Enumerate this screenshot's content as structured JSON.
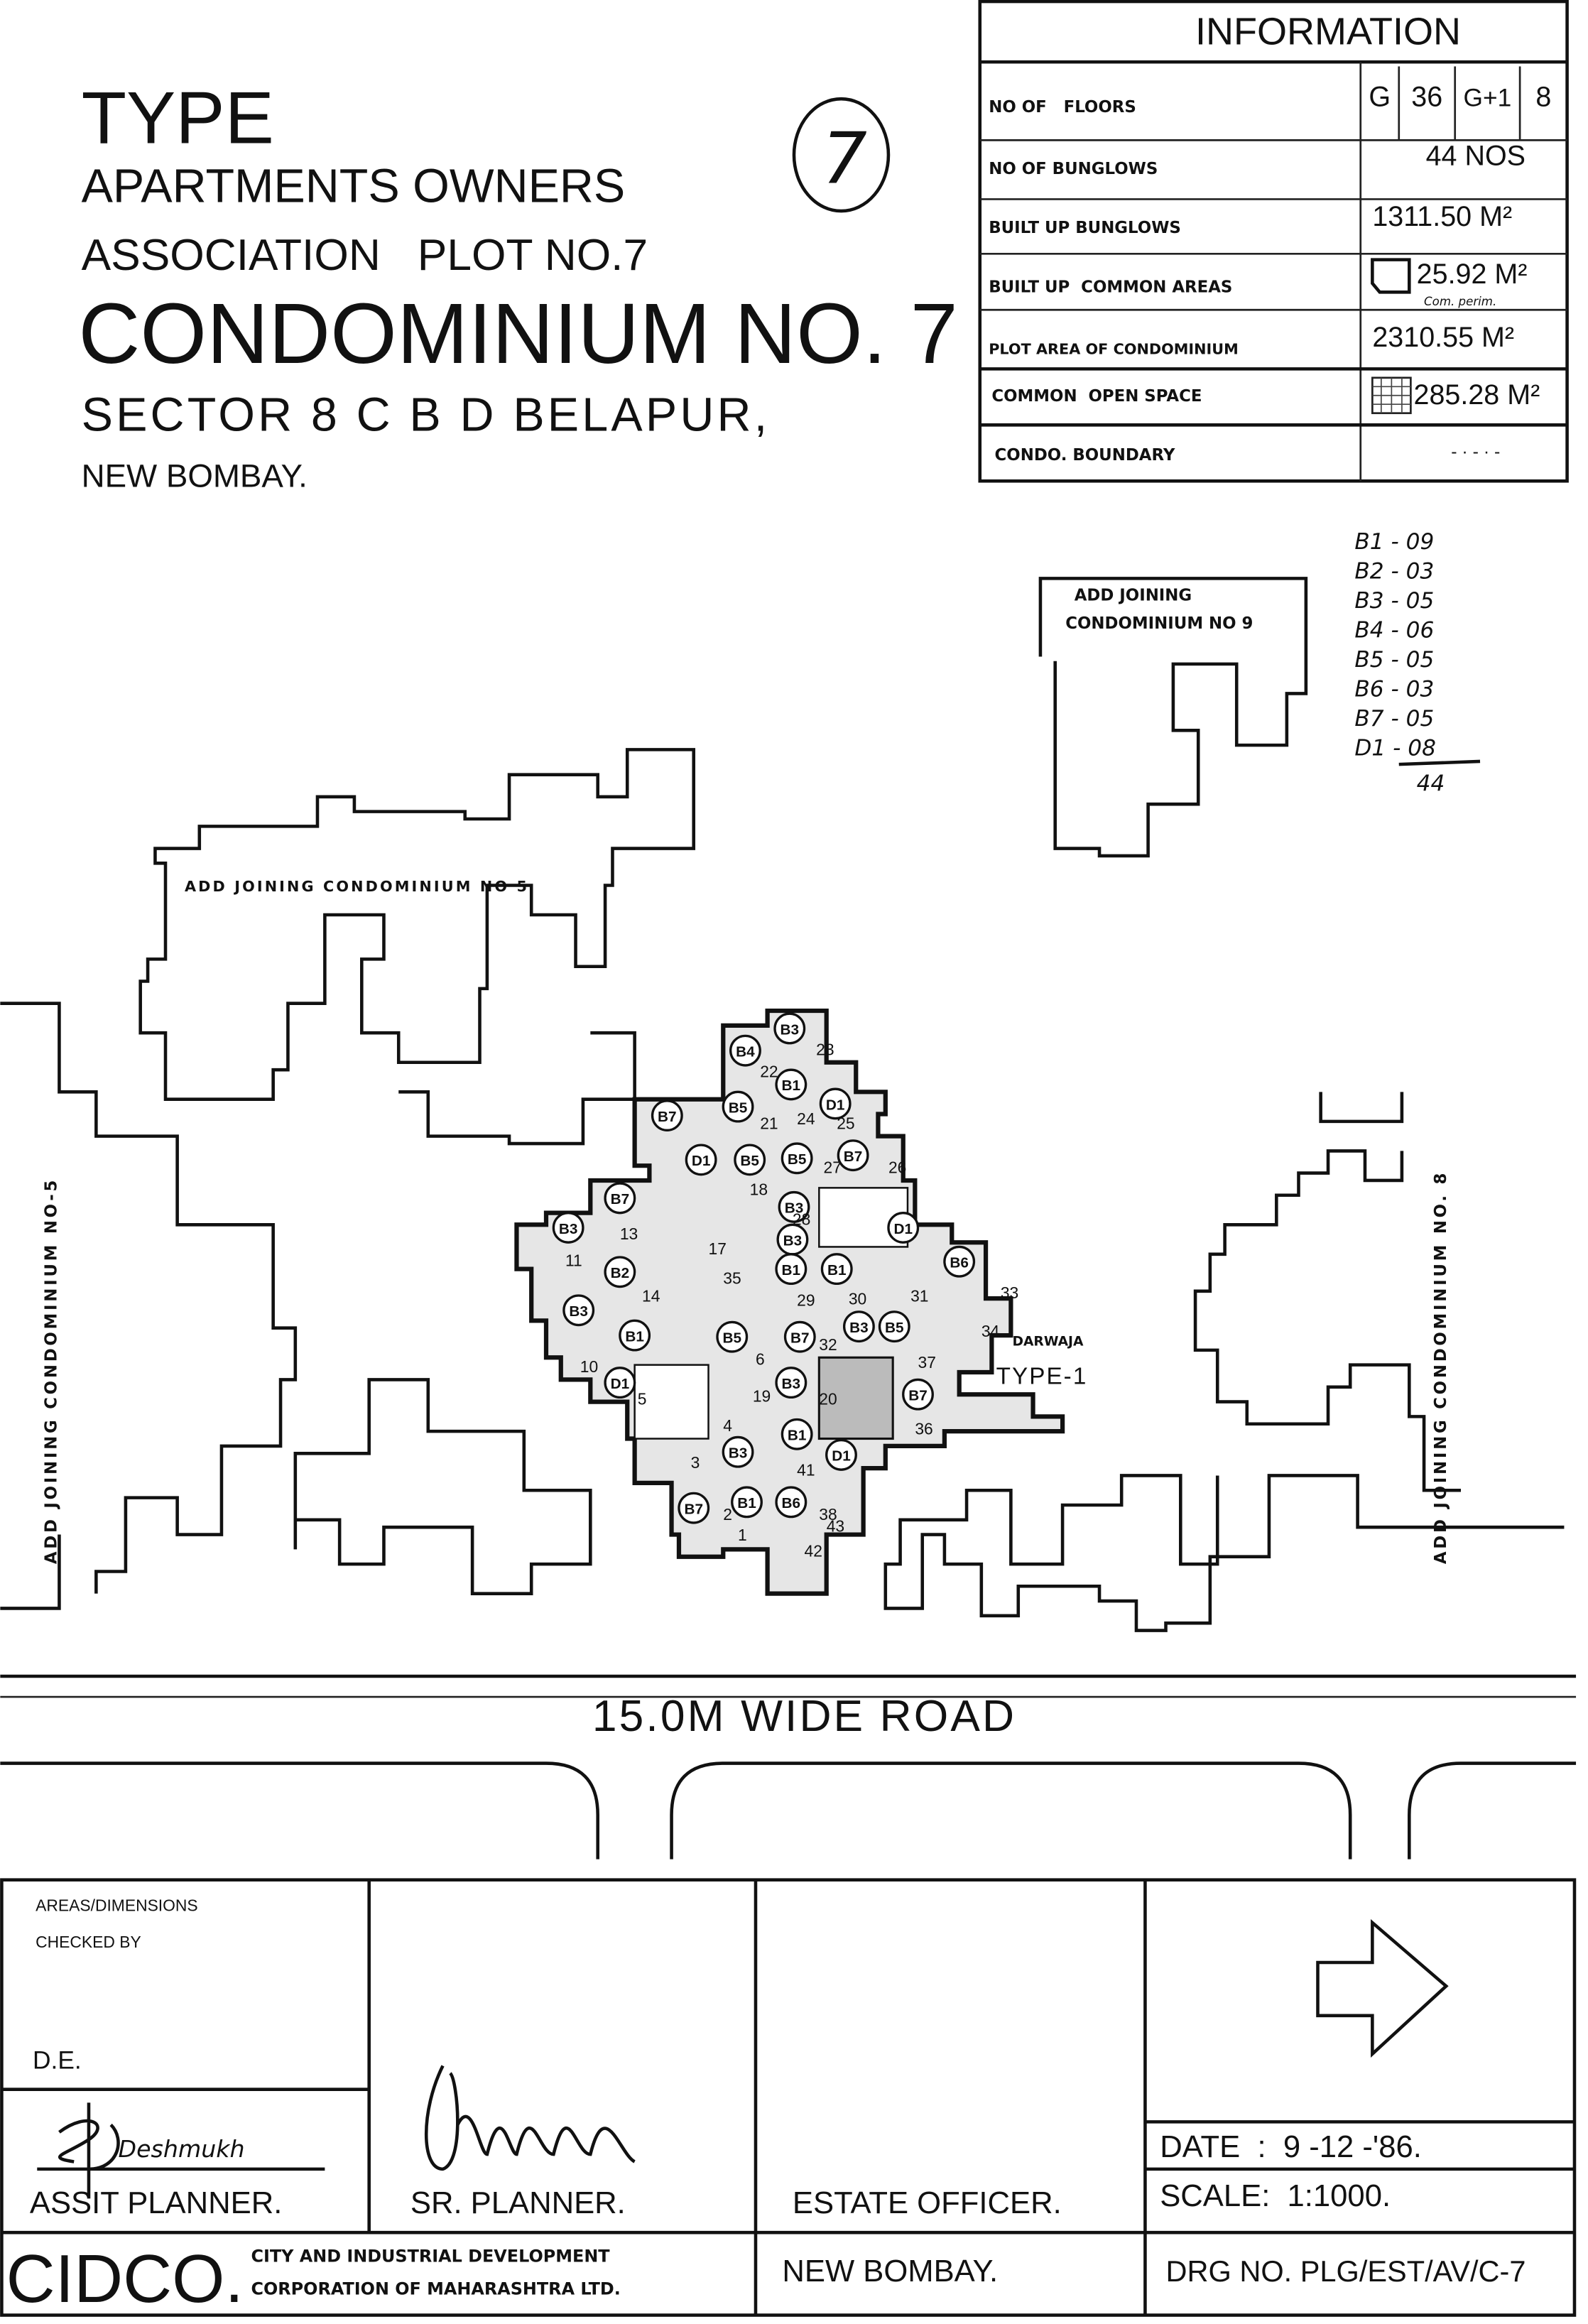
{
  "title": {
    "type": "TYPE",
    "line1": "APARTMENTS OWNERS",
    "line2": "ASSOCIATION   PLOT NO.7",
    "main": "CONDOMINIUM NO. 7",
    "sector": "SECTOR 8 C B D BELAPUR,",
    "city": "NEW BOMBAY.",
    "circled_mark": "7"
  },
  "information": {
    "header": "INFORMATION",
    "rows": [
      {
        "label": "NO OF   FLOORS",
        "values": [
          "G",
          "36",
          "G+1",
          "8"
        ]
      },
      {
        "label": "NO OF BUNGLOWS",
        "value": "44 NOS"
      },
      {
        "label": "BUILT UP BUNGLOWS",
        "value": "1311.50 M²"
      },
      {
        "label": "BUILT UP  COMMON AREAS",
        "value": "25.92 M²",
        "note": "Com. perim."
      },
      {
        "label": "PLOT AREA OF CONDOMINIUM",
        "value": "2310.55 M²"
      },
      {
        "label": "COMMON  OPEN SPACE",
        "value": "285.28 M²"
      },
      {
        "label": "CONDO. BOUNDARY",
        "value": "- · - · -"
      }
    ]
  },
  "tally": {
    "items": [
      "B1 - 09",
      "B2 - 03",
      "B3 - 05",
      "B4 - 06",
      "B5 - 05",
      "B6 - 03",
      "B7 - 05",
      "D1 - 08"
    ],
    "total": "44"
  },
  "plan": {
    "adj9_l1": "ADD JOINING",
    "adj9_l2": "CONDOMINIUM NO 9",
    "adj5_top": "ADD JOINING CONDOMINIUM NO 5",
    "adj5_side": "ADD JOINING CONDOMINIUM NO-5",
    "adj8_side": "ADD JOINING CONDOMINIUM NO. 8",
    "darwaja": "DARWAJA",
    "type_label": "TYPE-1",
    "units": [
      "B3",
      "B4",
      "B1",
      "D1",
      "B5",
      "B7",
      "D1",
      "B5",
      "B5",
      "B7",
      "B3",
      "B7",
      "B3",
      "B2",
      "D1",
      "B1",
      "B3",
      "B1",
      "B6",
      "B3",
      "B1",
      "B5",
      "B7",
      "B3",
      "D1",
      "B7",
      "B5",
      "B3",
      "B1",
      "D1",
      "B3",
      "B6",
      "B1",
      "B7"
    ],
    "numbers": [
      "23",
      "22",
      "21",
      "24",
      "25",
      "26",
      "27",
      "18",
      "13",
      "14",
      "11",
      "17",
      "28",
      "29",
      "30",
      "31",
      "32",
      "33",
      "34",
      "35",
      "37",
      "36",
      "6",
      "5",
      "10",
      "20",
      "19",
      "4",
      "3",
      "41",
      "2",
      "1",
      "43",
      "42",
      "38"
    ]
  },
  "road": {
    "label": "15.0M WIDE ROAD"
  },
  "titleblock": {
    "checked_l1": "AREAS/DIMENSIONS",
    "checked_l2": "CHECKED BY",
    "de": "D.E.",
    "asst_planner": "ASSIT PLANNER.",
    "asst_signature": "Deshmukh",
    "sr_planner": "SR. PLANNER.",
    "estate_officer": "ESTATE OFFICER.",
    "date": "DATE  :  9 -12 -'86.",
    "scale": "SCALE:  1:1000.",
    "org_logo": "CIDCO.",
    "org_l1": "CITY AND INDUSTRIAL DEVELOPMENT",
    "org_l2": "CORPORATION OF MAHARASHTRA LTD.",
    "place": "NEW BOMBAY.",
    "drawing_no": "DRG NO. PLG/EST/AV/C-7"
  }
}
